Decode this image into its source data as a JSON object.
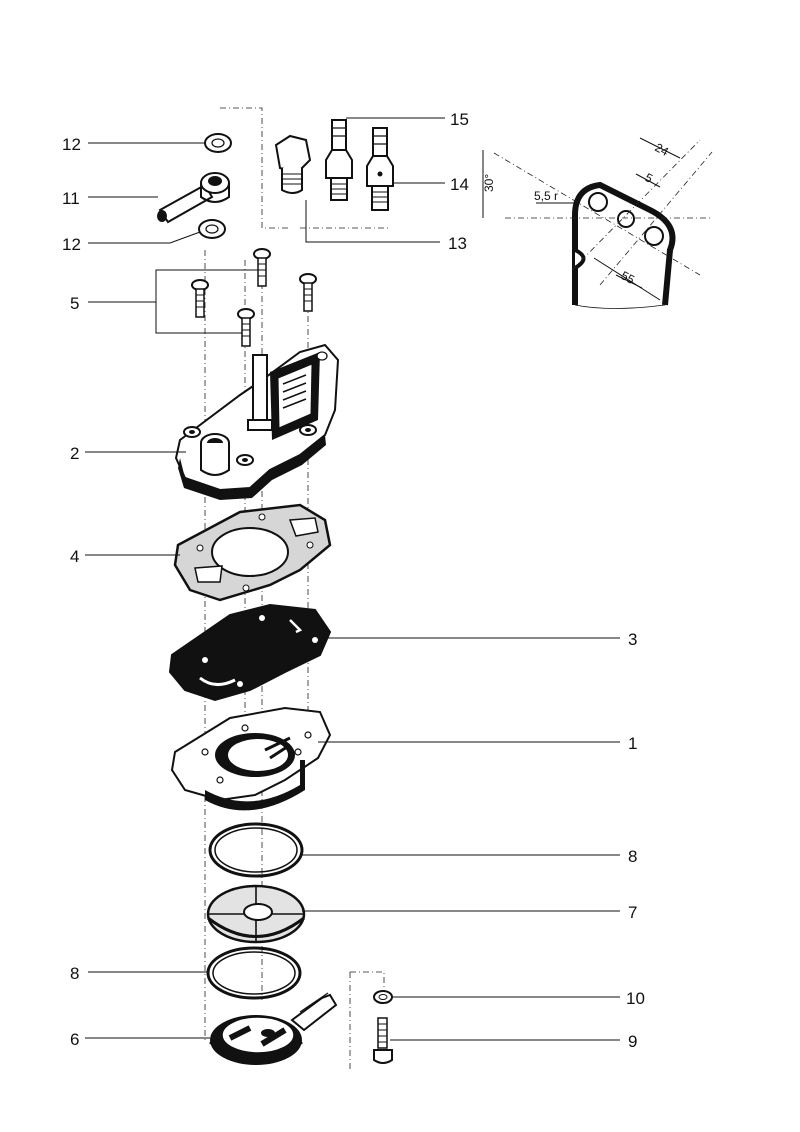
{
  "labels": {
    "part_1": "1",
    "part_2": "2",
    "part_3": "3",
    "part_4": "4",
    "part_5": "5",
    "part_6": "6",
    "part_7": "7",
    "part_8_upper": "8",
    "part_8_lower": "8",
    "part_9": "9",
    "part_10": "10",
    "part_11": "11",
    "part_12_upper": "12",
    "part_12_lower": "12",
    "part_13": "13",
    "part_14": "14",
    "part_15": "15"
  },
  "detail": {
    "dim_24": "24",
    "dim_5": "5",
    "dim_55": "55",
    "dim_radius": "5,5 r",
    "dim_angle": "30°"
  },
  "colors": {
    "ink": "#111111",
    "paper": "#ffffff"
  }
}
